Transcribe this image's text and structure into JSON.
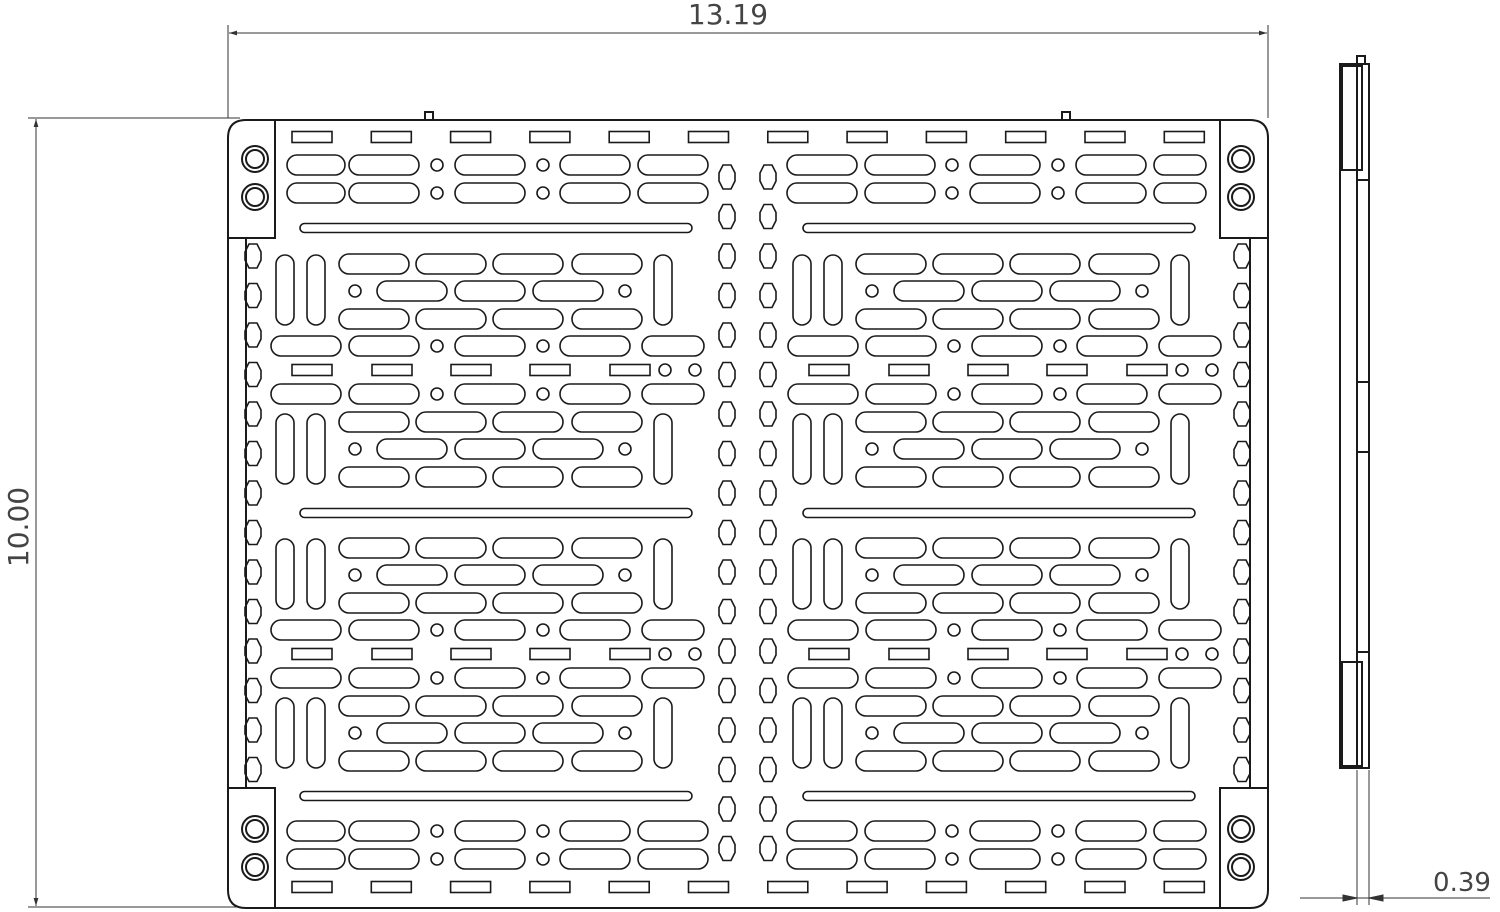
{
  "drawing": {
    "dimensions": {
      "width": "13.19",
      "height": "10.00",
      "thickness": "0.39"
    },
    "colors": {
      "line": "#1a1a1a",
      "dimension_line": "#333333",
      "dimension_text": "#444444",
      "background": "#ffffff"
    }
  }
}
